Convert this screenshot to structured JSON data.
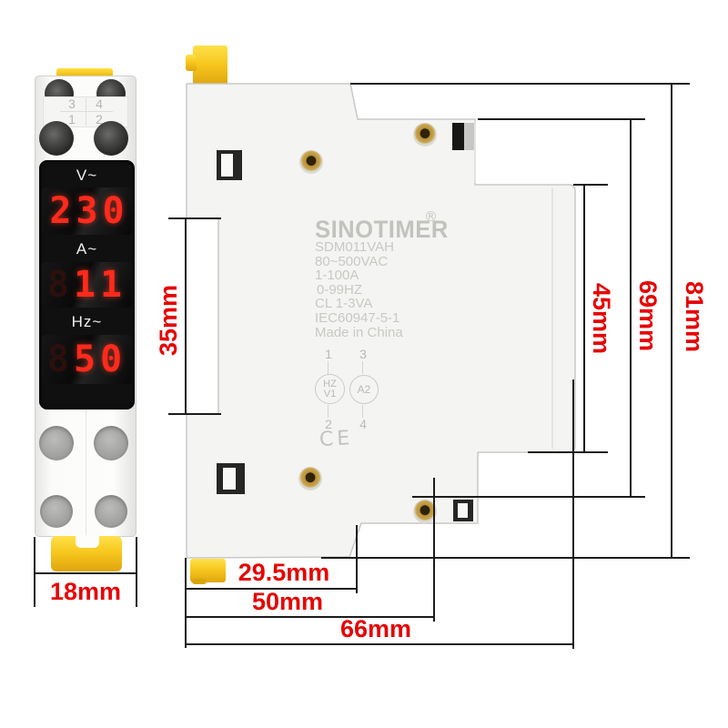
{
  "front": {
    "terminals": [
      "3",
      "4",
      "1",
      "2"
    ],
    "displays": [
      {
        "label": "V~",
        "ghost": "",
        "value": "230"
      },
      {
        "label": "A~",
        "ghost": "8",
        "value": "11"
      },
      {
        "label": "Hz~",
        "ghost": "8",
        "value": "50"
      }
    ]
  },
  "side": {
    "brand": "SINOTIMER",
    "registered": "®",
    "specs": [
      "SDM011VAH",
      "80~500VAC",
      "1-100A",
      "0-99HZ",
      "CL 1-3VA",
      "IEC60947-5-1",
      "Made in China"
    ],
    "wiring": {
      "top_left": "1",
      "top_right": "3",
      "circle_left_top": "HZ",
      "circle_left_bottom": "V1",
      "circle_right": "A2",
      "bottom_left": "2",
      "bottom_right": "4",
      "ce": "CE"
    }
  },
  "dimensions": {
    "front_width": "18mm",
    "din_recess_height": "35mm",
    "front_panel_height": "45mm",
    "body_height": "69mm",
    "overall_height": "81mm",
    "depth_to_panel": "29.5mm",
    "depth_mid": "50mm",
    "overall_depth": "66mm"
  },
  "colors": {
    "dimension_red": "#e60505",
    "display_digit_red": "#ff2a1c",
    "clip_yellow": "#f7c81f",
    "device_body": "#f4f4f2",
    "dimension_line": "#1c1c1c"
  }
}
